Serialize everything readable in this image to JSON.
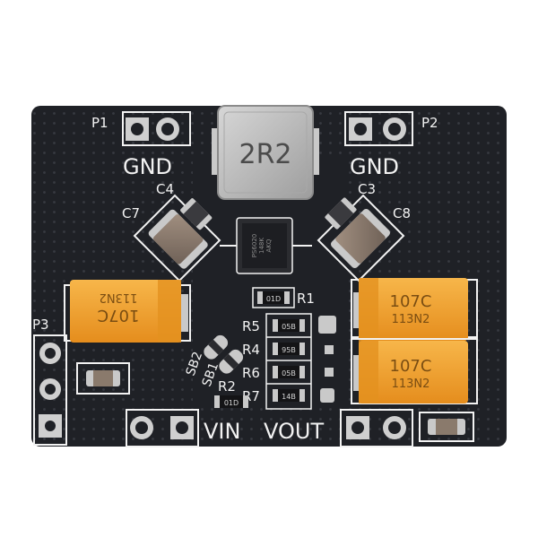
{
  "board": {
    "labels": {
      "p1": "P1",
      "p2": "P2",
      "p3": "P3",
      "gnd_left": "GND",
      "gnd_right": "GND",
      "c4": "C4",
      "c3": "C3",
      "c7": "C7",
      "c8": "C8",
      "r1": "R1",
      "r5": "R5",
      "r4": "R4",
      "r6": "R6",
      "r7": "R7",
      "r2": "R2",
      "sb2": "SB2",
      "sb1": "SB1",
      "vin": "VIN",
      "vout": "VOUT"
    },
    "inductor_marking": "2R2",
    "chip_marking": [
      "PS6020",
      "148K",
      "AKQ"
    ],
    "tantalum_marking": {
      "line1": "107C",
      "line2": "113N2"
    },
    "resistor_markings": {
      "r1": "01D",
      "r5": "05B",
      "r4": "95B",
      "r6": "05B",
      "r7": "14B",
      "r2": "01D"
    }
  },
  "colors": {
    "pcb": "#1f2126",
    "silkscreen": "#f2f2f2",
    "tantalum": "#f0a52b",
    "ceramic": "#8a7a6c",
    "metal": "#b9b9b9"
  }
}
